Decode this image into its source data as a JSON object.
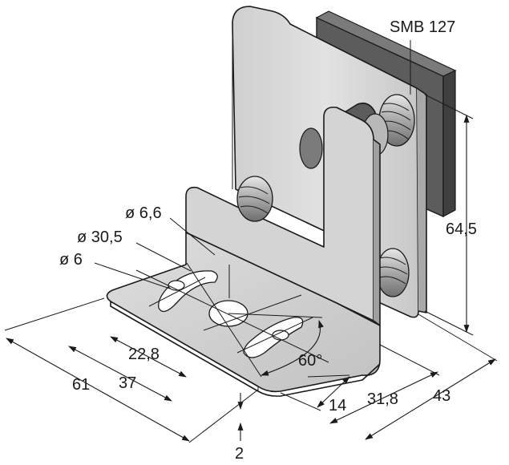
{
  "labels": {
    "part": "SMB 127",
    "height": "64,5",
    "hole_d66": "ø 6,6",
    "hole_d305": "ø 30,5",
    "hole_d6": "ø 6",
    "dim_228": "22,8",
    "dim_37": "37",
    "dim_61": "61",
    "dim_14": "14",
    "dim_318": "31,8",
    "dim_43": "43",
    "dim_2": "2",
    "angle": "60°"
  },
  "colors": {
    "metal_light": "#d9d9d9",
    "metal_mid": "#c4c4c4",
    "metal_dark": "#9a9a9a",
    "sensor_body": "#5c5c5c",
    "sensor_side": "#3f3f3f",
    "line": "#1a1a1a"
  }
}
